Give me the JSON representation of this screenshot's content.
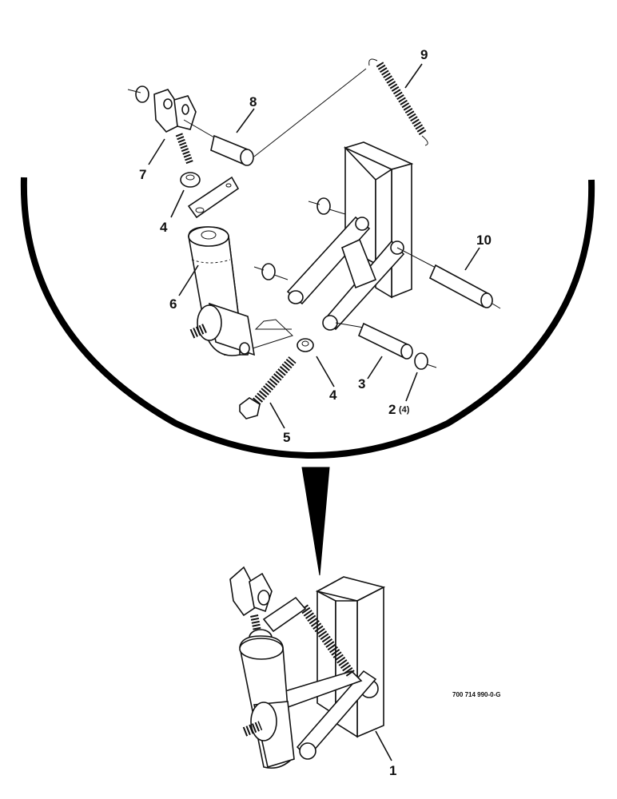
{
  "callouts": {
    "c1": "1",
    "c2": "2",
    "c2_qty": "(4)",
    "c3": "3",
    "c4a": "4",
    "c4b": "4",
    "c5": "5",
    "c6": "6",
    "c7": "7",
    "c8": "8",
    "c9": "9",
    "c10": "10"
  },
  "drawing_number": "700 714 990-0-G"
}
